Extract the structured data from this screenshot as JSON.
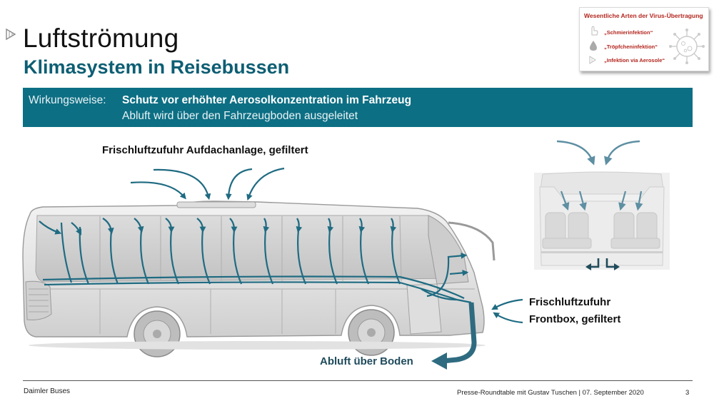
{
  "header": {
    "title": "Luftströmung",
    "subtitle": "Klimasystem in Reisebussen"
  },
  "banner": {
    "label": "Wirkungsweise:",
    "line1": "Schutz vor erhöhter Aerosolkonzentration im Fahrzeug",
    "line2": "Abluft wird über den Fahrzeugboden ausgeleitet"
  },
  "legend": {
    "title": "Wesentliche Arten der Virus-Übertragung",
    "items": [
      {
        "icon": "hand-icon",
        "label": "„Schmierinfektion“"
      },
      {
        "icon": "droplet-icon",
        "label": "„Tröpfcheninfektion“"
      },
      {
        "icon": "aerosol-icon",
        "label": "„Infektion via Aerosole“"
      }
    ],
    "virus_icon": "virus-icon"
  },
  "diagram": {
    "roof_label": "Frischluftzufuhr Aufdachanlage, gefiltert",
    "front_label_line1": "Frischluftzufuhr",
    "front_label_line2": "Frontbox, gefiltert",
    "floor_label": "Abluft über Boden"
  },
  "colors": {
    "accent": "#0d6f84",
    "title_accent": "#0d5e73",
    "arrow": "#1f6b82",
    "legend_red": "#b3261e"
  },
  "footer": {
    "left": "Daimler Buses",
    "center": "Presse-Roundtable mit Gustav Tuschen | 07. September 2020",
    "page": "3"
  }
}
